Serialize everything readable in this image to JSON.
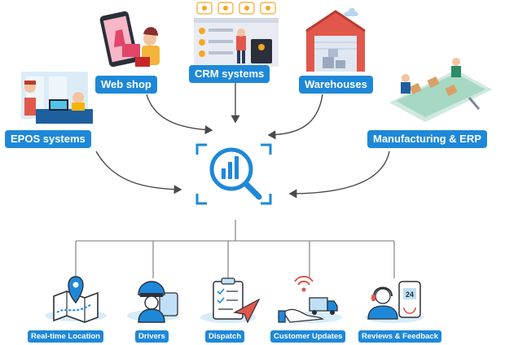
{
  "sources": {
    "epos": "EPOS systems",
    "webshop": "Web shop",
    "crm": "CRM systems",
    "warehouses": "Warehouses",
    "manufacturing": "Manufacturing & ERP"
  },
  "outputs": {
    "location": "Real-time Location",
    "drivers": "Drivers",
    "dispatch": "Dispatch",
    "updates": "Customer Updates",
    "reviews": "Reviews & Feedback"
  },
  "icons": {
    "center": "analytics-search-icon",
    "epos": "shop-counter-illustration",
    "webshop": "mobile-shopping-illustration",
    "crm": "crm-dashboard-illustration",
    "warehouses": "warehouse-illustration",
    "manufacturing": "production-line-illustration",
    "location": "map-pin-icon",
    "drivers": "driver-icon",
    "dispatch": "clipboard-plane-icon",
    "updates": "delivery-truck-hand-icon",
    "reviews": "headset-phone-icon"
  },
  "colors": {
    "accent": "#1e88d8",
    "light": "#bfe0f5",
    "connector": "#4a4a4a"
  },
  "calendar_badge": "24"
}
